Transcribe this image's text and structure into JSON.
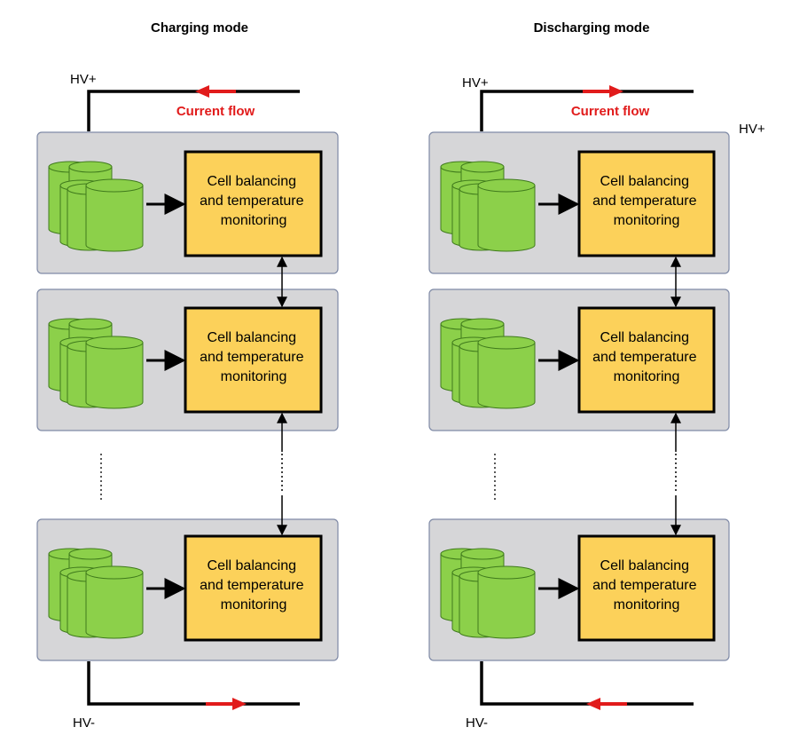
{
  "panels": [
    {
      "title": "Charging mode",
      "hv_plus": "HV+",
      "hv_minus": "HV-",
      "current_flow": "Current flow",
      "top_arrow_direction": "left",
      "bottom_arrow_direction": "right",
      "modules": [
        {
          "controller_lines": [
            "Cell balancing",
            "and temperature",
            "monitoring"
          ]
        },
        {
          "controller_lines": [
            "Cell balancing",
            "and temperature",
            "monitoring"
          ]
        },
        {
          "controller_lines": [
            "Cell balancing",
            "and temperature",
            "monitoring"
          ]
        }
      ]
    },
    {
      "title": "Discharging mode",
      "hv_plus": "HV+",
      "hv_plus_right": "HV+",
      "hv_minus": "HV-",
      "current_flow": "Current flow",
      "top_arrow_direction": "right",
      "bottom_arrow_direction": "left",
      "modules": [
        {
          "controller_lines": [
            "Cell balancing",
            "and temperature",
            "monitoring"
          ]
        },
        {
          "controller_lines": [
            "Cell balancing",
            "and temperature",
            "monitoring"
          ]
        },
        {
          "controller_lines": [
            "Cell balancing",
            "and temperature",
            "monitoring"
          ]
        }
      ]
    }
  ],
  "colors": {
    "module_fill": "#d6d6d8",
    "module_stroke": "#7f8aa6",
    "controller_fill": "#fcd15a",
    "cell_fill": "#8cd04a",
    "cell_stroke": "#3f7a1c",
    "current_arrow": "#e11b1b"
  }
}
